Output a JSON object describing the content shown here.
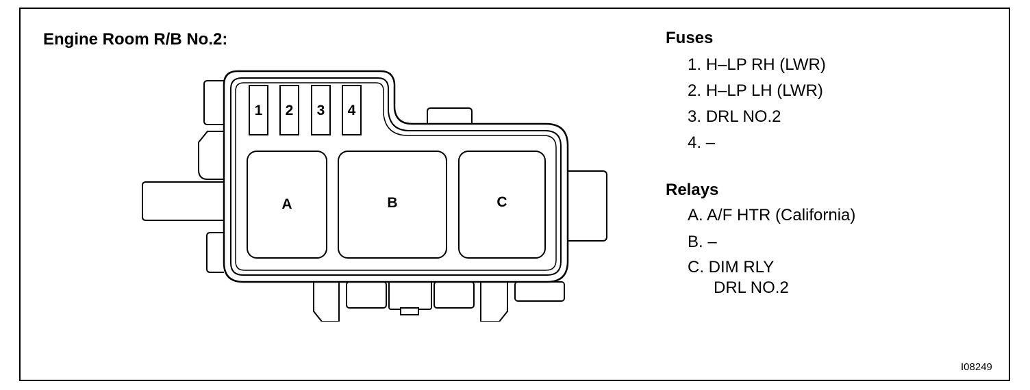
{
  "title": "Engine Room R/B No.2:",
  "fuses": {
    "heading": "Fuses",
    "items": [
      {
        "num": "1.",
        "text": "H–LP RH (LWR)"
      },
      {
        "num": "2.",
        "text": "H–LP LH (LWR)"
      },
      {
        "num": "3.",
        "text": "DRL NO.2"
      },
      {
        "num": "4.",
        "text": "–"
      }
    ]
  },
  "relays": {
    "heading": "Relays",
    "items": [
      {
        "letter": "A.",
        "text": "A/F HTR (California)"
      },
      {
        "letter": "B.",
        "text": "–"
      },
      {
        "letter": "C.",
        "text": "DIM RLY",
        "text2": "DRL NO.2"
      }
    ]
  },
  "diagram": {
    "fuse_labels": [
      "1",
      "2",
      "3",
      "4"
    ],
    "relay_labels": [
      "A",
      "B",
      "C"
    ]
  },
  "figure_id": "I08249"
}
